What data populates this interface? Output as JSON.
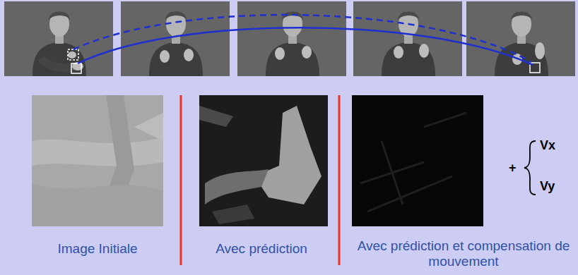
{
  "diagram": {
    "labels": [
      "Image Initiale",
      "Avec prédiction",
      "Avec prédiction et compensation de mouvement",
      "+",
      "Vx",
      "Vy"
    ]
  }
}
